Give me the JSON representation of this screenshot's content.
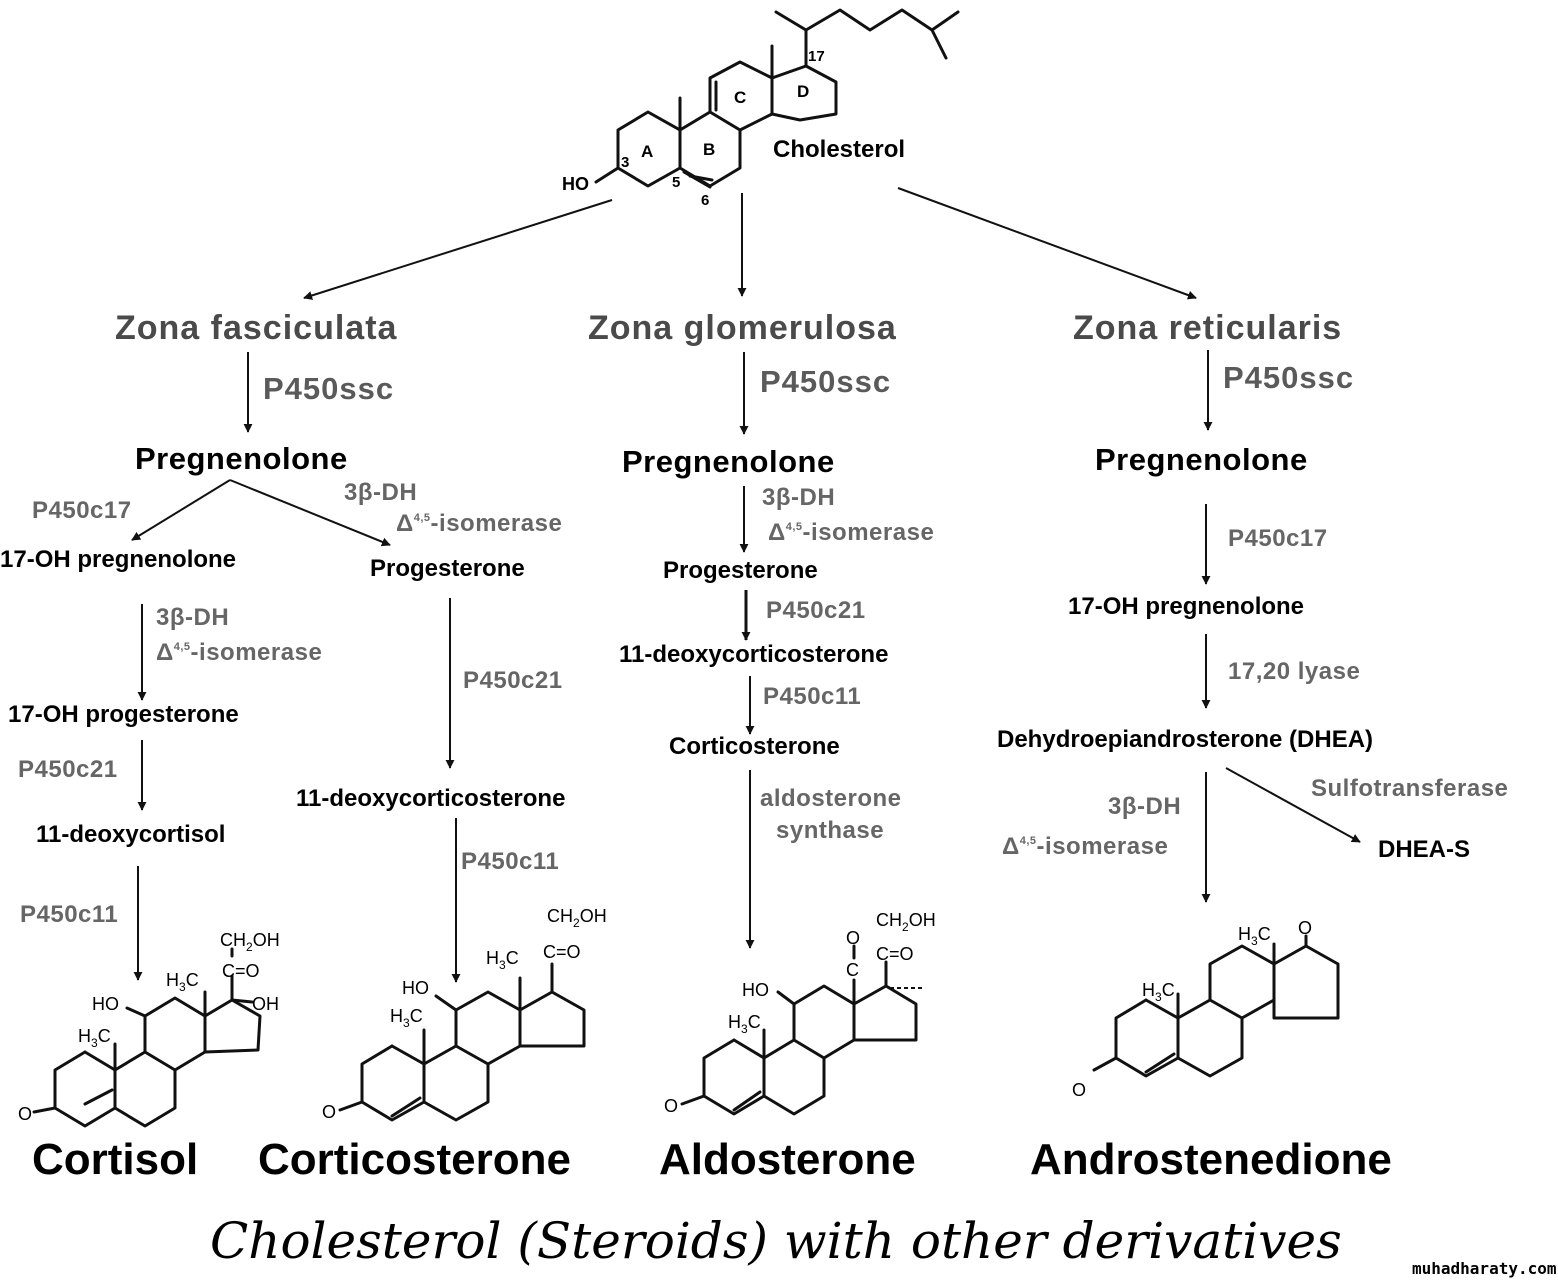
{
  "cholesterol": {
    "label": "Cholesterol",
    "ring_a": "A",
    "ring_b": "B",
    "ring_c": "C",
    "ring_d": "D",
    "ho": "HO",
    "c3": "3",
    "c5": "5",
    "c6": "6",
    "c17": "17"
  },
  "zones": {
    "fasciculata": "Zona fasciculata",
    "glomerulosa": "Zona glomerulosa",
    "reticularis": "Zona reticularis"
  },
  "enzymes": {
    "p450ssc": "P450ssc",
    "p450c17": "P450c17",
    "p450c21": "P450c21",
    "p450c11": "P450c11",
    "dh3b": "3β-DH",
    "isomerase": "-isomerase",
    "delta": "Δ",
    "delta_sup": "4,5",
    "lyase": "17,20 lyase",
    "sulfo": "Sulfotransferase",
    "aldo_syn_1": "aldosterone",
    "aldo_syn_2": "synthase"
  },
  "compounds": {
    "pregnenolone": "Pregnenolone",
    "oh_preg": "17-OH pregnenolone",
    "progesterone": "Progesterone",
    "oh_prog": "17-OH progesterone",
    "deoxycortisol": "11-deoxycortisol",
    "deoxycorticosterone": "11-deoxycorticosterone",
    "corticosterone": "Corticosterone",
    "dhea": "Dehydroepiandrosterone (DHEA)",
    "dheas": "DHEA-S"
  },
  "products": {
    "cortisol": "Cortisol",
    "corticosterone": "Corticosterone",
    "aldosterone": "Aldosterone",
    "androstenedione": "Androstenedione"
  },
  "atoms": {
    "ch2oh": "CH",
    "ch2oh_sub": "2",
    "ch2oh_end": "OH",
    "co": "C=O",
    "c": "C",
    "o": "O",
    "oh": "OH",
    "ho": "HO",
    "h3c": "H",
    "h3c_sub": "3",
    "h3c_end": "C"
  },
  "caption": "Cholesterol (Steroids) with other derivatives",
  "watermark": "muhadharaty.com"
}
